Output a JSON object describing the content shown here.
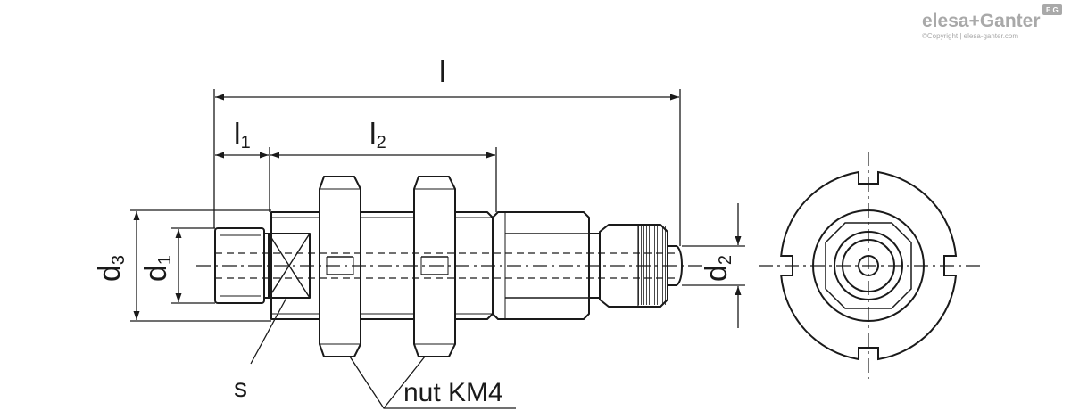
{
  "brand": {
    "logo_text": "elesa+Ganter",
    "copyright": "©Copyright | elesa-ganter.com",
    "badge": "E G"
  },
  "dimensions": {
    "l": "l",
    "l1": {
      "base": "l",
      "sub": "1"
    },
    "l2": {
      "base": "l",
      "sub": "2"
    },
    "d1": {
      "base": "d",
      "sub": "1"
    },
    "d2": {
      "base": "d",
      "sub": "2"
    },
    "d3": {
      "base": "d",
      "sub": "3"
    },
    "s": "s"
  },
  "callouts": {
    "nut": "nut KM4"
  },
  "colors": {
    "line": "#1a1a1a",
    "logo": "#a9a9a9"
  }
}
